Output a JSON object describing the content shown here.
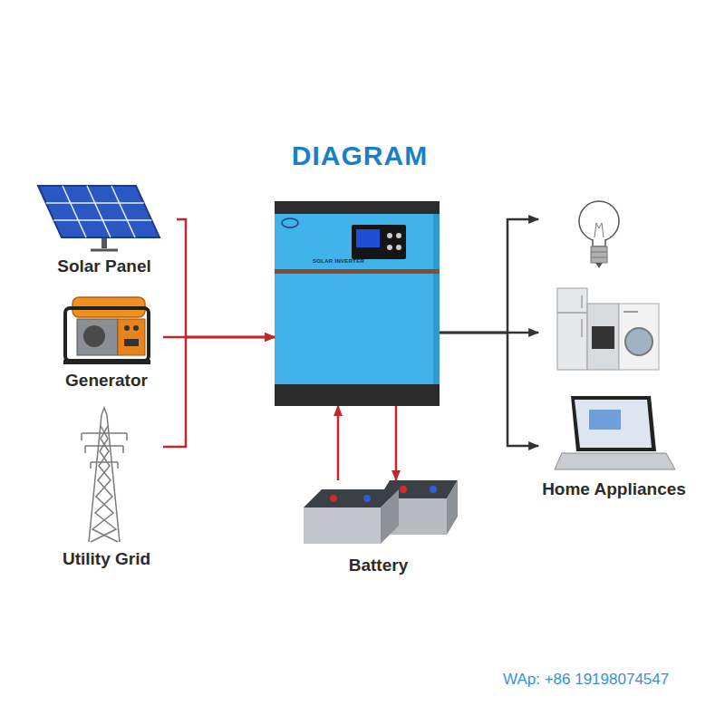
{
  "diagram": {
    "title": "DIAGRAM",
    "nodes": [
      {
        "text": [
          "Solar Panel"
        ]
      },
      {
        "text": [
          "Generator"
        ]
      },
      {
        "text": [
          "Utility Grid"
        ]
      },
      {
        "text": [
          "SOLAR INVERTER"
        ]
      },
      {
        "text": [
          "Battery"
        ]
      },
      {
        "text": [
          "Home Appliances"
        ]
      }
    ],
    "edges": [
      {
        "from": 0,
        "to": 3,
        "arrow": "to"
      },
      {
        "from": 1,
        "to": 3,
        "arrow": "to"
      },
      {
        "from": 2,
        "to": 3,
        "arrow": "to"
      },
      {
        "from": 3,
        "to": 4,
        "arrow": "to"
      },
      {
        "from": 4,
        "to": 3,
        "arrow": "to"
      },
      {
        "from": 3,
        "to": 5,
        "arrow": "to"
      }
    ],
    "labels": [
      "WAp: +86 19198074547"
    ]
  }
}
